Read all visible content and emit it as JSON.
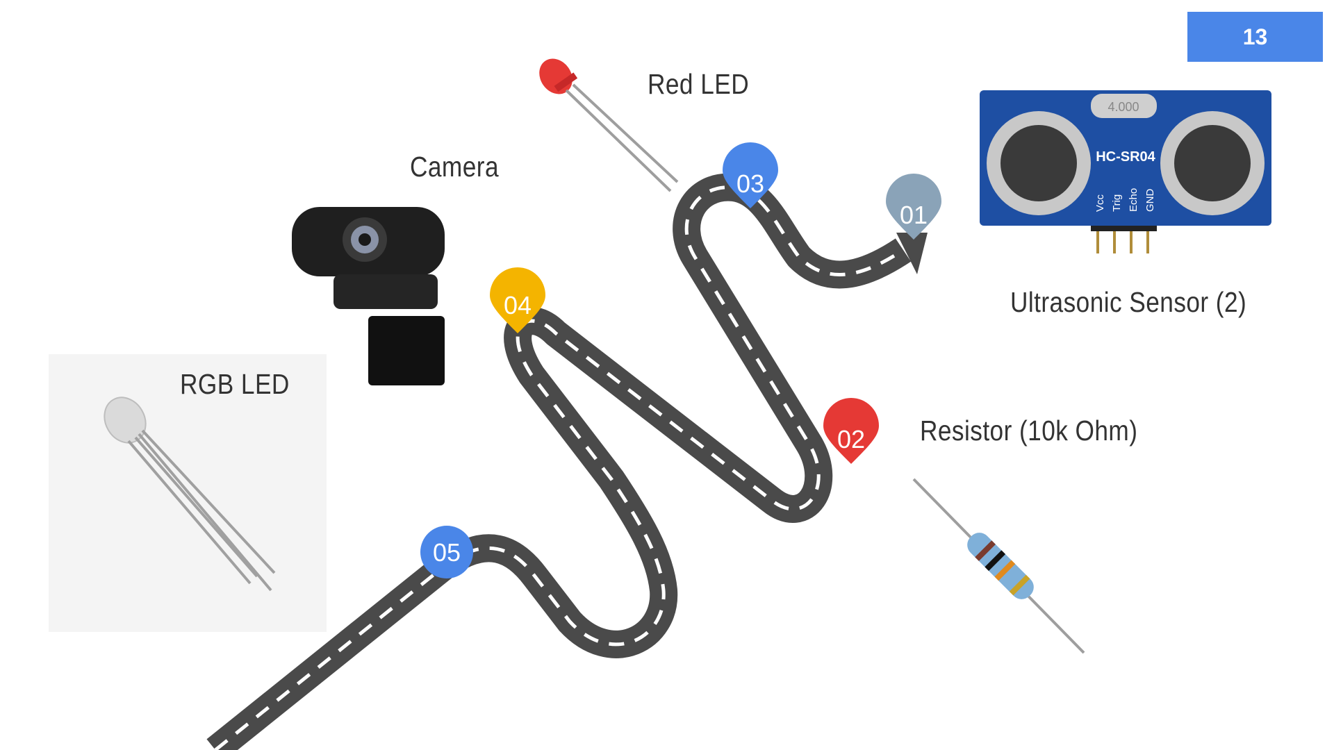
{
  "slide": {
    "page_number": "13",
    "labels": {
      "red_led": "Red LED",
      "camera": "Camera",
      "rgb_led": "RGB LED",
      "ultrasonic": "Ultrasonic Sensor (2)",
      "resistor": "Resistor (10k Ohm)"
    },
    "sensor_text": {
      "model": "HC-SR04",
      "crystal": "4.000",
      "pins": [
        "Vcc",
        "Trig",
        "Echo",
        "GND"
      ]
    },
    "milestones": [
      {
        "label": "01",
        "color": "#8aa3b8"
      },
      {
        "label": "02",
        "color": "#e53935"
      },
      {
        "label": "03",
        "color": "#4a86e8"
      },
      {
        "label": "04",
        "color": "#f4b400"
      },
      {
        "label": "05",
        "color": "#4a86e8"
      }
    ],
    "road_color": "#4a4a4a"
  }
}
